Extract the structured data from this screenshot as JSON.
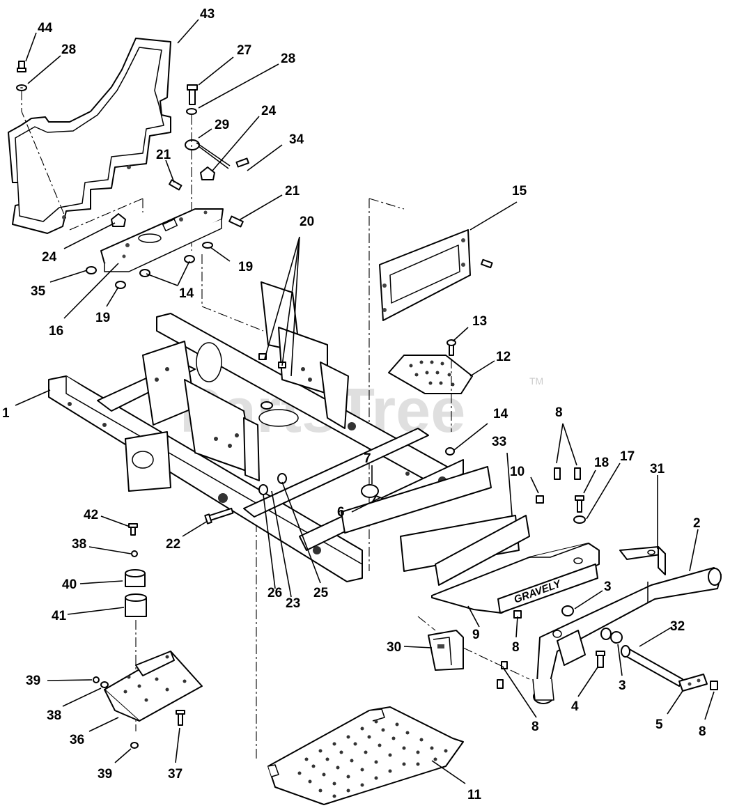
{
  "watermark": {
    "text": "PartsTree",
    "trademark": "TM"
  },
  "brand_decal": "GRAVELY",
  "callouts": [
    "44",
    "28",
    "43",
    "27",
    "28",
    "24",
    "29",
    "34",
    "21",
    "21",
    "24",
    "35",
    "16",
    "19",
    "19",
    "14",
    "20",
    "15",
    "13",
    "12",
    "1",
    "14",
    "8",
    "18",
    "17",
    "31",
    "7",
    "6",
    "33",
    "10",
    "2",
    "42",
    "38",
    "40",
    "41",
    "22",
    "26",
    "23",
    "25",
    "3",
    "9",
    "8",
    "32",
    "30",
    "4",
    "3",
    "39",
    "38",
    "36",
    "8",
    "5",
    "8",
    "39",
    "37",
    "11"
  ]
}
